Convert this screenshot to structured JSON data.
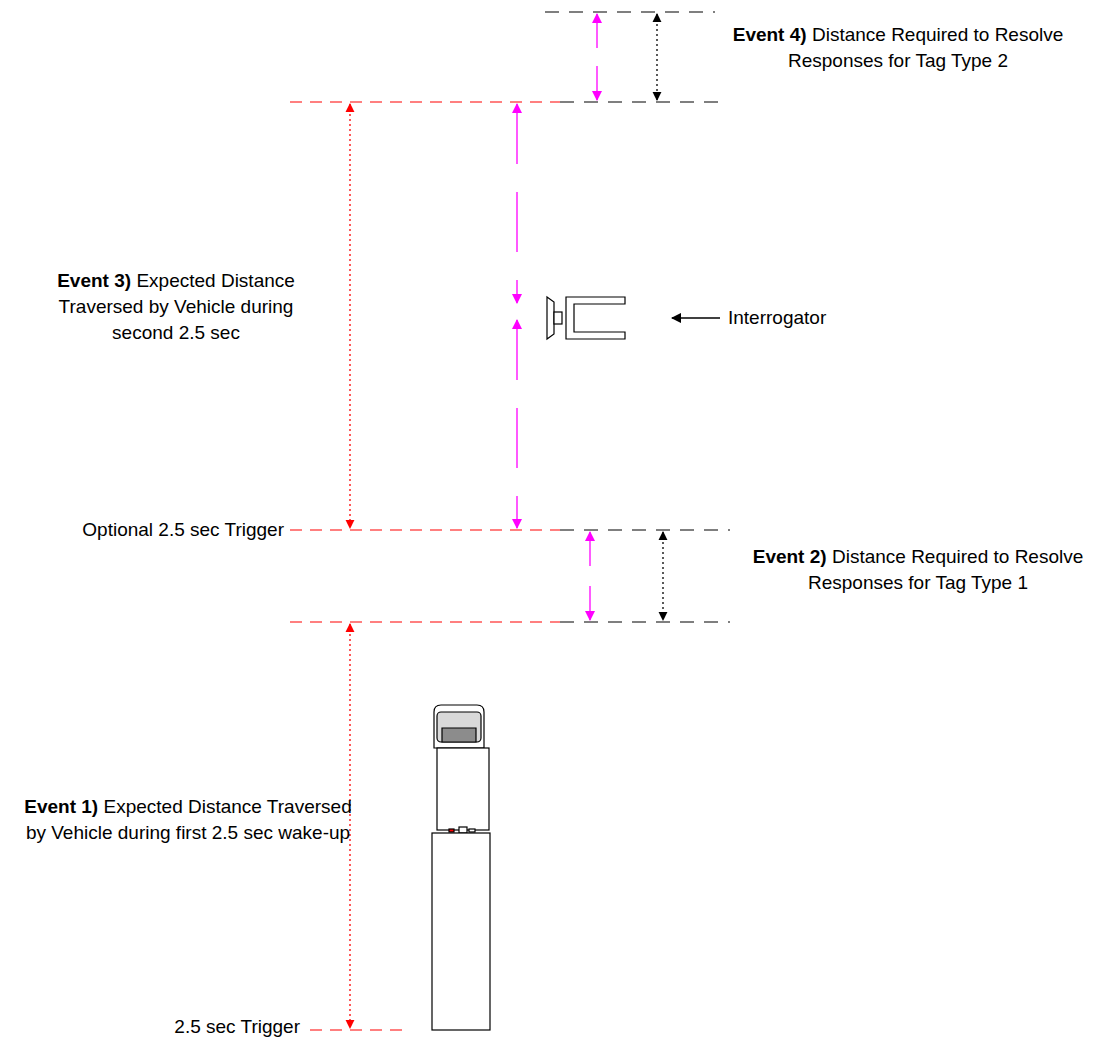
{
  "diagram": {
    "labels": [
      "Event 4)",
      "Distance Required to Resolve Responses for Tag Type 2",
      "Event 3)",
      "Expected Distance Traversed by Vehicle during second 2.5 sec",
      "Interrogator",
      "Optional 2.5 sec Trigger",
      "Event 2)",
      "Distance Required to Resolve Responses for Tag Type 1",
      "Event 1)",
      "Expected Distance Traversed by Vehicle during first 2.5 sec wake-up",
      "2.5 sec Trigger"
    ]
  }
}
